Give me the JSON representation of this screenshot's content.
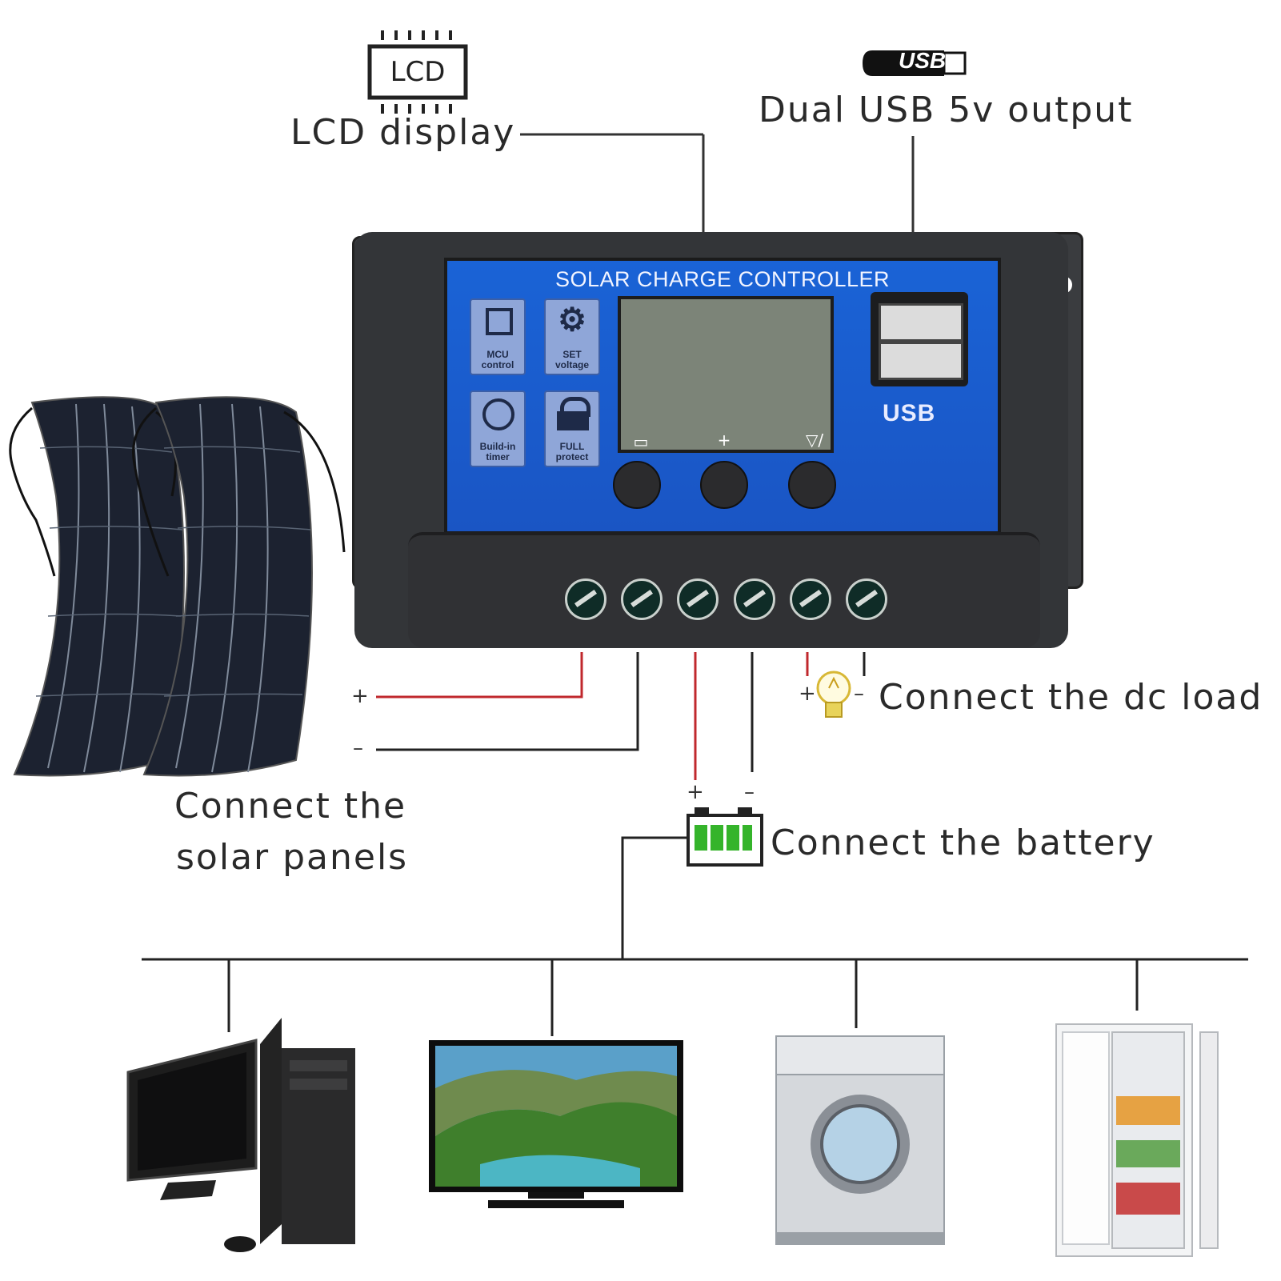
{
  "callouts": {
    "lcd_icon_text": "LCD",
    "lcd_display": "LCD display",
    "usb_icon_text": "USB",
    "usb_output": "Dual USB 5v output",
    "dc_load": "Connect the dc load",
    "solar_line1": "Connect  the",
    "solar_line2": "solar panels",
    "battery": "Connect  the battery"
  },
  "signs": {
    "plus": "+",
    "minus": "–"
  },
  "controller": {
    "title": "SOLAR CHARGE CONTROLLER",
    "functions": [
      {
        "icon": "chip-icon",
        "label_1": "MCU",
        "label_2": "control"
      },
      {
        "icon": "gear-icon",
        "label_1": "SET",
        "label_2": "voltage"
      },
      {
        "icon": "clock-icon",
        "label_1": "Build-in",
        "label_2": "timer"
      },
      {
        "icon": "lock-icon",
        "label_1": "FULL",
        "label_2": "protect"
      }
    ],
    "usb_logo": "USB",
    "buttons": [
      {
        "icon": "mode-icon",
        "symbol": "▭"
      },
      {
        "icon": "plus-icon",
        "symbol": "+"
      },
      {
        "icon": "down-arrow-icon",
        "symbol": "▽/"
      }
    ],
    "terminal_count": 6
  },
  "appliances": [
    {
      "icon": "computer-icon"
    },
    {
      "icon": "tv-icon"
    },
    {
      "icon": "washing-machine-icon"
    },
    {
      "icon": "refrigerator-icon"
    }
  ],
  "colors": {
    "panel_blue": "#1a5fd2",
    "wire_positive": "#c0282d",
    "wire_negative": "#222222",
    "battery_cells": "#35b42b",
    "bulb": "#e8d35a"
  }
}
